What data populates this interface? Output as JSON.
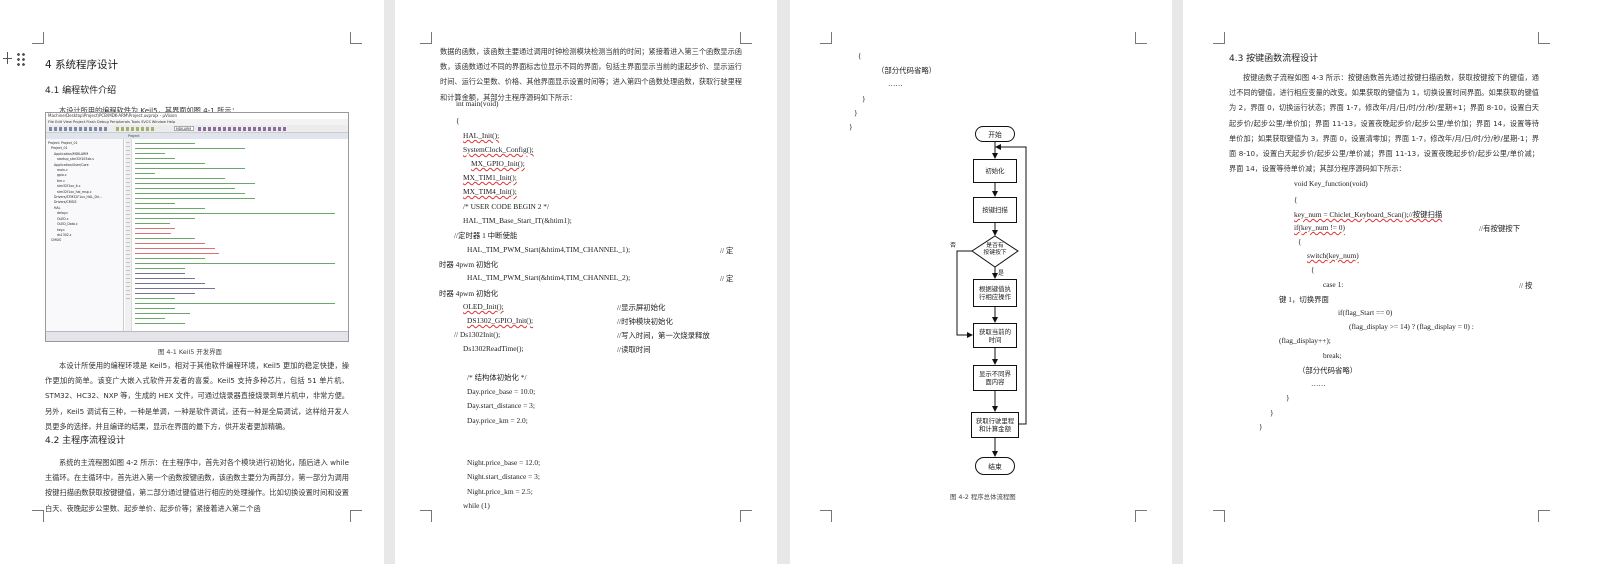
{
  "page1": {
    "section_title": "4 系统程序设计",
    "sub41": "4.1 编程软件介绍",
    "p_intro": "本设计所用的编程软件为 Keil5，其界面如图 4-1 所示：",
    "ide": {
      "path": "Machine\\Desktop\\Project\\PCB\\MDK-ARM\\Project.uvprojx - µVision",
      "menu": "File  Edit  View  Project  Flash  Debug  Peripherals  Tools  SVCS  Window  Help",
      "target": "MDK-ARM",
      "tab": "Project",
      "tree": [
        "Project: Project_01",
        "Project_01",
        "Application/MDK-ARM",
        "startup_stm32f103xb.s",
        "Application/User/Core",
        "main.c",
        "gpio.c",
        "tim.c",
        "stm32f1xx_it.c",
        "stm32f1xx_hal_msp.c",
        "Drivers/STM32F1xx_HAL_Dri...",
        "Drivers/CMSIS",
        "HAL",
        "delay.c",
        "OLED.c",
        "OLED_Data.c",
        "key.c",
        "ds1302.c",
        "CMSIS"
      ]
    },
    "caption": "图 4-1  Keil5 开发界面",
    "p1": "本设计所使用的编程环境是 Keil5，相对于其他软件编程环境，Keil5 更加的稳定快捷，操作更加的简单。该变广大嵌入式软件开发者的喜爱。Keil5 支持多种芯片，包括 51 单片机、STM32、HC32、NXP 等，生成的 HEX 文件，可通过烧录器直接烧录到单片机中，非常方便。另外，Keil5 调试有三种，一种是单调，一种是软件调试，还有一种是全局调试，这样给开发人员更多的选择，并且编译的结果，显示在界面的最下方，供开发者更加精确。",
    "sub42": "4.2 主程序流程设计",
    "p2": "系统的主流程图如图 4-2 所示：在主程序中，首先对各个模块进行初始化，随后进入 while 主循环。在主循环中，首先进入第一个函数按键函数，该函数主要分为两部分，第一部分为调用按键扫描函数获取按键键值，第二部分通过键值进行相应的处理操作。比如切换设置时间和设置白天、夜晚起步公里数、起步单价、起步价等；紧接着进入第二个函"
  },
  "page2": {
    "p_top": "数据的函数，该函数主要通过调用时钟检测模块检测当前的时间；紧接着进入第三个函数显示函数，该函数通过不同的界面标志位显示不同的界面，包括主界面显示当前的速起步价、显示运行时间、运行公里数、价格、其他界面显示设置时间等；进入第四个函数处理函数，获取行驶里程和计算金额，其部分主程序源码如下所示：",
    "lines": [
      "int main(void)",
      "{",
      "HAL_Init();",
      "SystemClock_Config();",
      "MX_GPIO_Init();",
      "MX_TIM1_Init();",
      "MX_TIM4_Init();",
      "/* USER CODE BEGIN 2 */",
      "HAL_TIM_Base_Start_IT(&htim1);",
      "//定时器 1 中断使能",
      "HAL_TIM_PWM_Start(&htim4,TIM_CHANNEL_1);",
      "//    定",
      "时器 4pwm 初始化",
      "HAL_TIM_PWM_Start(&htim4,TIM_CHANNEL_2);",
      "//    定",
      "时器 4pwm 初始化",
      "OLED_Init();",
      "//显示屏初始化",
      "DS1302_GPIO_Init();",
      "//时钟模块初始化",
      "//    Ds1302Init();",
      "//写入时间，第一次烧录释放",
      "Ds1302ReadTime();",
      "//读取时间",
      "/*  结构体初始化  */",
      "Day.price_base = 10.0;",
      "Day.start_distance = 3;",
      "Day.price_km = 2.0;",
      "Night.price_base = 12.0;",
      "Night.start_distance = 3;",
      "Night.price_km = 2.5;",
      "while (1)"
    ]
  },
  "page3": {
    "top_lines": [
      "{",
      "（部分代码省略）",
      "……",
      "}",
      "}",
      "}"
    ],
    "flow": {
      "start": "开始",
      "init": "初始化",
      "scan": "按键扫描",
      "decision": [
        "是否有",
        "按键按下"
      ],
      "no": "否",
      "yes": "是",
      "proc": [
        "根据键值执",
        "行相应操作"
      ],
      "time": [
        "获取当前的",
        "时间"
      ],
      "disp": [
        "显示不同界",
        "面内容"
      ],
      "calc": [
        "获取行驶里程",
        "和计算金额"
      ],
      "end": "结束"
    },
    "caption": "图 4-2   程序总体流程图"
  },
  "page4": {
    "sub43": "4.3 按键函数流程设计",
    "para": "按键函数子流程如图 4-3 所示：按键函数首先通过按键扫描函数，获取按键按下的键值，通过不同的键值，进行相应变量的改变。如果获取的键值为 1，切换设置时间界面。如果获取的键值为 2，界面 0，切换运行状态；界面 1-7，修改年/月/日/时/分/秒/星期+1；界面 8-10，设置白天起步价/起步公里/单价加；界面 11-13，设置夜晚起步价/起步公里/单价加；界面 14，设置等待单价加；如果获取键值为 3，界面 0，设置清零加；界面 1-7，修改年/月/日/时/分/秒/星期-1；界面 8-10，设置白天起步价/起步公里/单价减；界面 11-13，设置夜晚起步价/起步公里/单价减；界面 14，设置等待单价减；其部分程序源码如下所示：",
    "lines": [
      "void Key_function(void)",
      "{",
      "key_num = Chiclet_Keyboard_Scan();//按键扫描",
      "if(key_num != 0)",
      "//有按键按下",
      "{",
      "switch(key_num)",
      "{",
      "case 1:",
      "//    按",
      "键 1，切换界面",
      "if(flag_Start == 0)",
      "(flag_display    >=    14)    ?    (flag_display    =    0)    :",
      "(flag_display++);",
      "break;",
      "（部分代码省略）",
      "……",
      "}",
      "}",
      "}"
    ]
  }
}
